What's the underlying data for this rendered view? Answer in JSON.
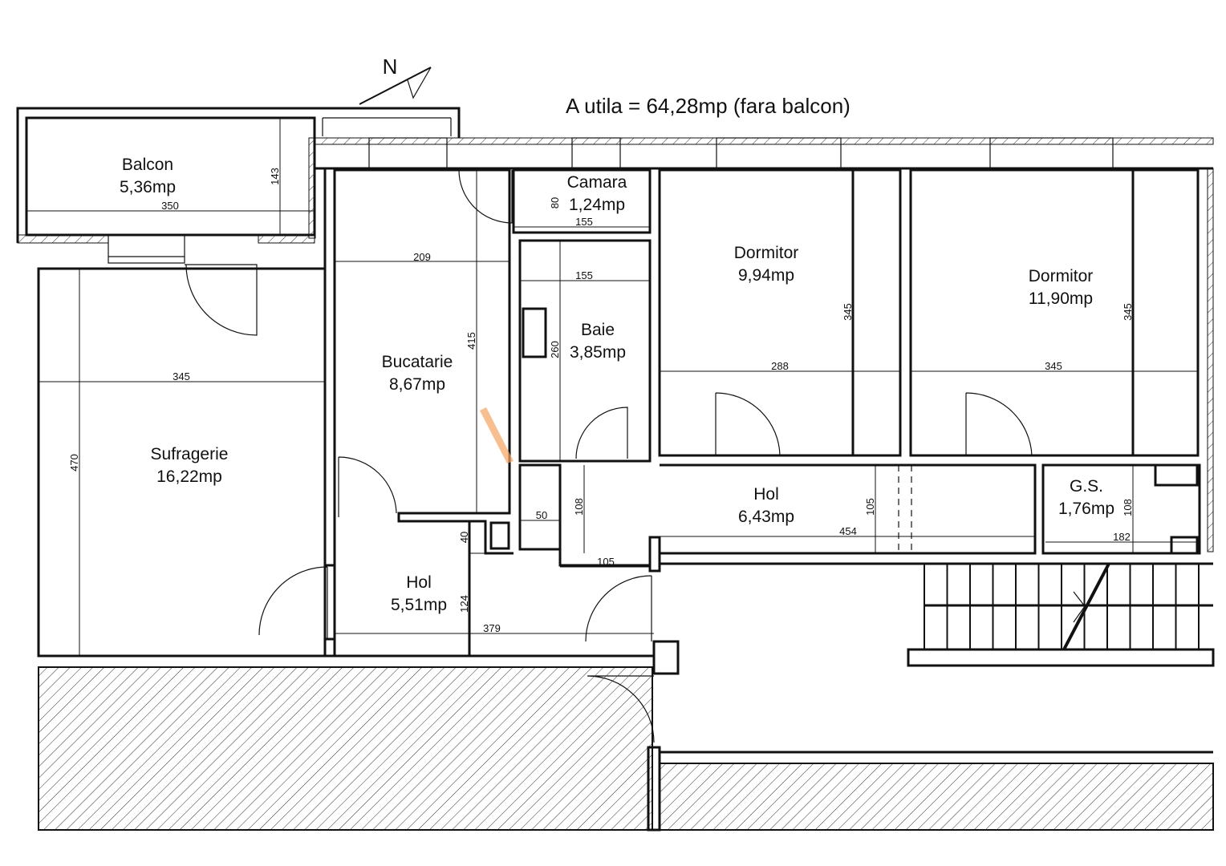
{
  "plan": {
    "north_label": "N",
    "area_note": "A utila = 64,28mp (fara balcon)",
    "watermark_color": "#f4a460"
  },
  "rooms": [
    {
      "name": "Balcon",
      "area": "5,36mp"
    },
    {
      "name": "Camara",
      "area": "1,24mp"
    },
    {
      "name": "Bucatarie",
      "area": "8,67mp"
    },
    {
      "name": "Baie",
      "area": "3,85mp"
    },
    {
      "name": "Dormitor",
      "area": "9,94mp"
    },
    {
      "name": "Dormitor",
      "area": "11,90mp"
    },
    {
      "name": "Sufragerie",
      "area": "16,22mp"
    },
    {
      "name": "Hol",
      "area": "6,43mp"
    },
    {
      "name": "G.S.",
      "area": "1,76mp"
    },
    {
      "name": "Hol",
      "area": "5,51mp"
    }
  ],
  "dimensions": [
    "350",
    "143",
    "80",
    "155",
    "155",
    "209",
    "415",
    "260",
    "345",
    "470",
    "345",
    "288",
    "345",
    "345",
    "105",
    "454",
    "108",
    "182",
    "50",
    "108",
    "40",
    "105",
    "124",
    "379"
  ]
}
